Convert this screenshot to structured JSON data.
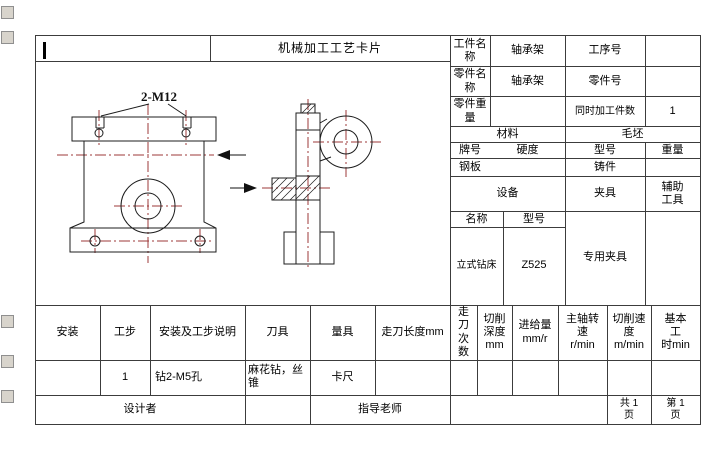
{
  "title": "机械加工工艺卡片",
  "drawing": {
    "callout": "2-M12"
  },
  "header": {
    "workpiece_name_label": "工件名称",
    "workpiece_name": "轴承架",
    "process_no_label": "工序号",
    "part_name_label": "零件名称",
    "part_name": "轴承架",
    "part_no_label": "零件号",
    "part_weight_label": "零件重量",
    "simultaneous_label": "同时加工件数",
    "simultaneous_count": "1",
    "material_label": "材料",
    "blank_label": "毛坯",
    "grade_label": "牌号",
    "hardness_label": "硬度",
    "model_label": "型号",
    "weight_label": "重量",
    "material_grade": "钢板",
    "blank_type": "铸件",
    "equipment_label": "设备",
    "fixture_label": "夹具",
    "aux_tool_label": "辅助\n工具",
    "name_label": "名称",
    "model2_label": "型号",
    "equipment_name": "立式钻床",
    "equipment_model": "Z525",
    "fixture_name": "专用夹具"
  },
  "process": {
    "col_install": "安装",
    "col_step": "工步",
    "col_desc": "安装及工步说明",
    "col_tool": "刀具",
    "col_gauge": "量具",
    "col_feed_length": "走刀长度mm",
    "col_passes": "走\n刀\n次\n数",
    "col_cut_depth": "切削\n深度\nmm",
    "col_feed_rate": "进给量\nmm/r",
    "col_spindle_speed": "主轴转\n速\nr/min",
    "col_cut_speed": "切削速\n度\nm/min",
    "col_base_time": "基本\n工\n时min",
    "row": {
      "step": "1",
      "desc": "钻2-M5孔",
      "tool": "麻花钻，丝锥",
      "gauge": "卡尺"
    }
  },
  "footer": {
    "designer_label": "设计者",
    "advisor_label": "指导老师",
    "total_pages": "共 1\n页",
    "page_number": "第 1\n页"
  }
}
